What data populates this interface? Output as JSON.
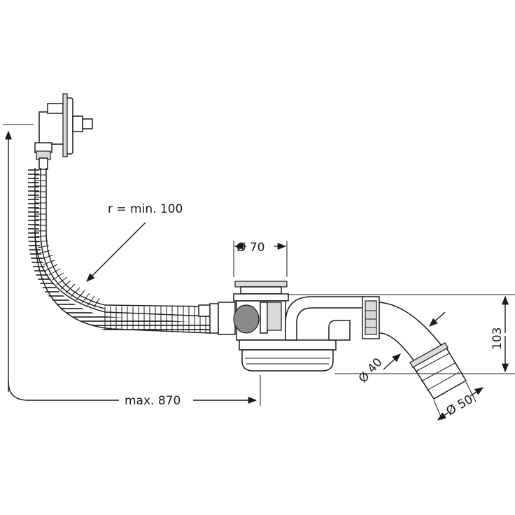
{
  "labels": {
    "bend_radius": "r = min. 100",
    "max_length": "max. 870",
    "diam_70": "Ø 70",
    "diam_40": "Ø 40",
    "diam_50": "Ø 50",
    "height_103": "103"
  },
  "colors": {
    "line": "#1a1a1a",
    "fill_light": "#d9d9d9",
    "fill_dark": "#8a8a8a",
    "background": "#ffffff"
  }
}
